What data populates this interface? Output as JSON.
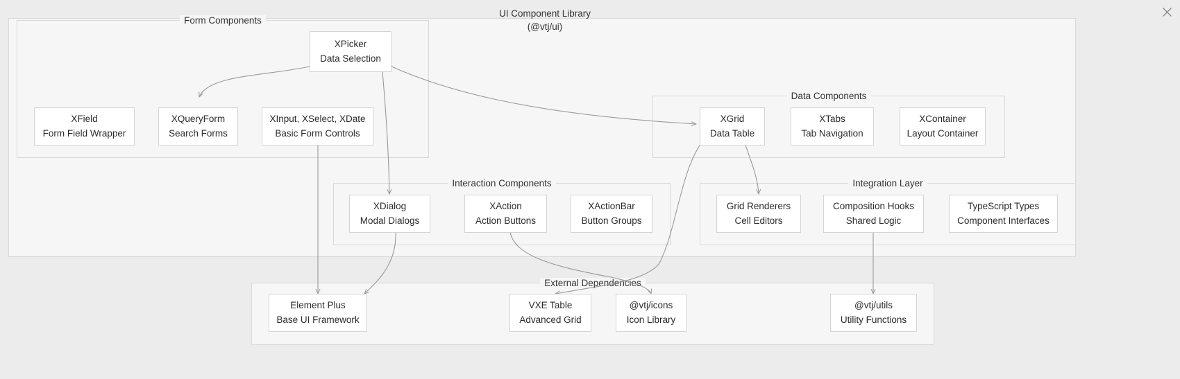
{
  "header": {
    "title_line1": "UI Component Library",
    "title_line2": "(@vtj/ui)",
    "close_icon": "close-icon"
  },
  "theme": {
    "canvas_bg": "#ececec",
    "cluster_bg": "#f6f6f6",
    "cluster_border": "#d8d8d8",
    "node_bg": "#ffffff",
    "node_border": "#d4d4d4",
    "text_color": "#2b2b2b",
    "edge_color": "#999999"
  },
  "clusters": [
    {
      "id": "form",
      "label": "Form Components"
    },
    {
      "id": "data",
      "label": "Data Components"
    },
    {
      "id": "interaction",
      "label": "Interaction Components"
    },
    {
      "id": "integration",
      "label": "Integration Layer"
    },
    {
      "id": "external",
      "label": "External Dependencies"
    }
  ],
  "nodes": {
    "xpicker": {
      "line1": "XPicker",
      "line2": "Data Selection"
    },
    "xfield": {
      "line1": "XField",
      "line2": "Form Field Wrapper"
    },
    "xqueryform": {
      "line1": "XQueryForm",
      "line2": "Search Forms"
    },
    "xbasic": {
      "line1": "XInput, XSelect, XDate",
      "line2": "Basic Form Controls"
    },
    "xgrid": {
      "line1": "XGrid",
      "line2": "Data Table"
    },
    "xtabs": {
      "line1": "XTabs",
      "line2": "Tab Navigation"
    },
    "xcontainer": {
      "line1": "XContainer",
      "line2": "Layout Container"
    },
    "xdialog": {
      "line1": "XDialog",
      "line2": "Modal Dialogs"
    },
    "xaction": {
      "line1": "XAction",
      "line2": "Action Buttons"
    },
    "xactionbar": {
      "line1": "XActionBar",
      "line2": "Button Groups"
    },
    "gridrenderers": {
      "line1": "Grid Renderers",
      "line2": "Cell Editors"
    },
    "hooks": {
      "line1": "Composition Hooks",
      "line2": "Shared Logic"
    },
    "tstypes": {
      "line1": "TypeScript Types",
      "line2": "Component Interfaces"
    },
    "elementplus": {
      "line1": "Element Plus",
      "line2": "Base UI Framework"
    },
    "vxetable": {
      "line1": "VXE Table",
      "line2": "Advanced Grid"
    },
    "vtjicons": {
      "line1": "@vtj/icons",
      "line2": "Icon Library"
    },
    "vtjutils": {
      "line1": "@vtj/utils",
      "line2": "Utility Functions"
    }
  },
  "edges": [
    {
      "from": "xpicker",
      "to": "xqueryform"
    },
    {
      "from": "xpicker",
      "to": "xgrid"
    },
    {
      "from": "xpicker",
      "to": "xdialog"
    },
    {
      "from": "xbasic",
      "to": "elementplus"
    },
    {
      "from": "xdialog",
      "to": "elementplus"
    },
    {
      "from": "xgrid",
      "to": "gridrenderers"
    },
    {
      "from": "xgrid",
      "to": "vxetable"
    },
    {
      "from": "xaction",
      "to": "vtjicons"
    },
    {
      "from": "hooks",
      "to": "vtjutils"
    }
  ]
}
